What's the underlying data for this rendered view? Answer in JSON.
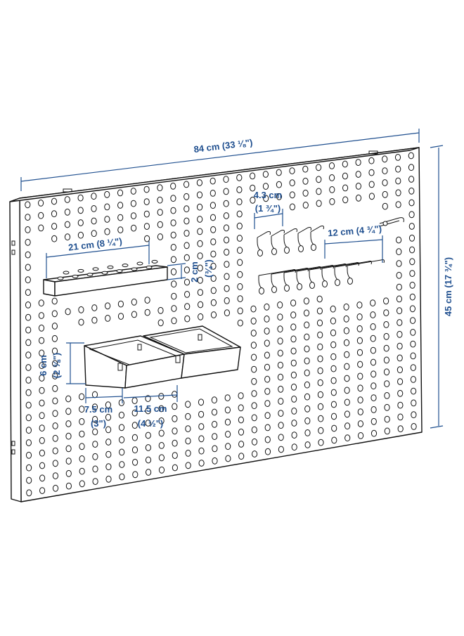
{
  "dimensions": {
    "width": "84 cm (33 ⅛\")",
    "height": "45 cm (17 ¾\")",
    "rail_length": "21 cm (8 ¼\")",
    "rail_height": "2 cm",
    "rail_height_in": "(¾\")",
    "hook_spacing": "4.3 cm",
    "hook_spacing_in": "(1 ¾\")",
    "hook_length": "12 cm (4 ¾\")",
    "bin_height": "6 cm",
    "bin_height_in": "(2 ⅜\")",
    "bin_depth": "7.5 cm",
    "bin_depth_in": "(3\")",
    "bin_width": "11.5 cm",
    "bin_width_in": "(4 ½\")"
  },
  "colors": {
    "dimension": "#1f4f8f",
    "outline": "#111111",
    "background": "#ffffff"
  },
  "icons": [
    "pegboard-panel",
    "tool-rail",
    "storage-bin",
    "peg-hook"
  ]
}
